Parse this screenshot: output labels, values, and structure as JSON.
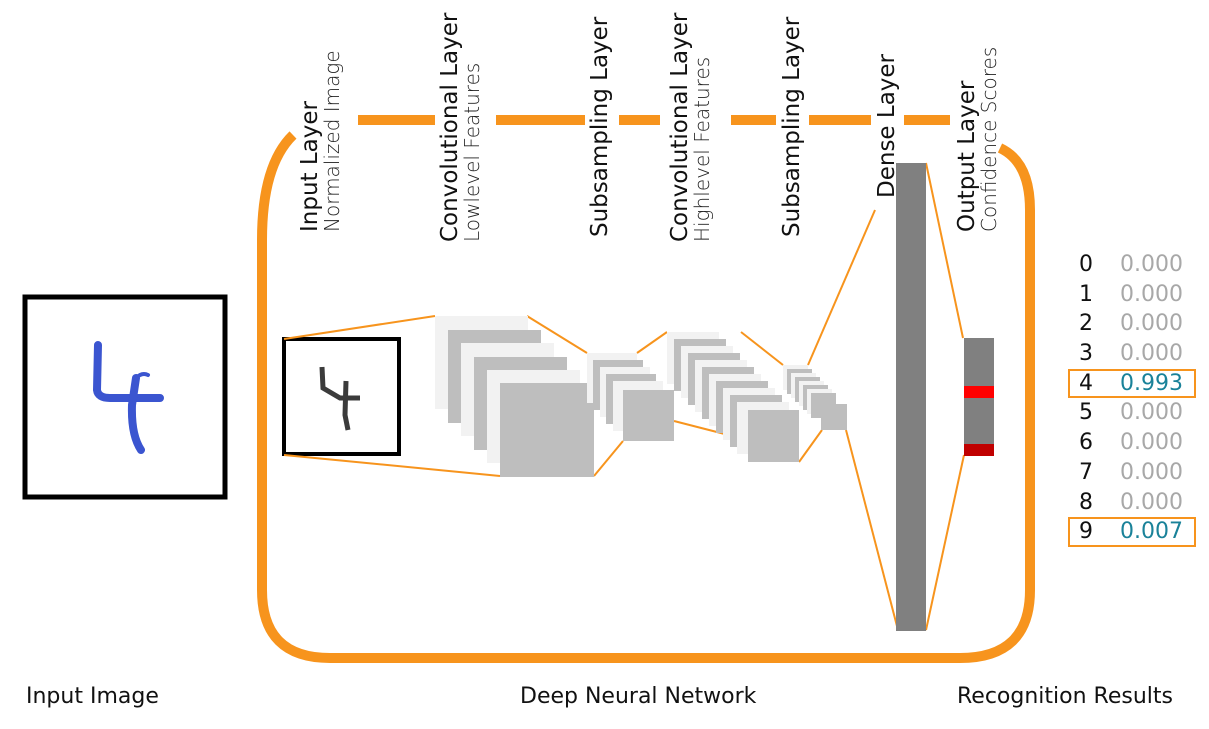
{
  "diagram": {
    "accent_color": "#f7941d",
    "layers": [
      {
        "name": "Input Layer",
        "subtitle": "Normalized Image"
      },
      {
        "name": "Convolutional Layer",
        "subtitle": "Lowlevel Features"
      },
      {
        "name": "Subsampling Layer",
        "subtitle": ""
      },
      {
        "name": "Convolutional Layer",
        "subtitle": "Highlevel Features"
      },
      {
        "name": "Subsampling Layer",
        "subtitle": ""
      },
      {
        "name": "Dense Layer",
        "subtitle": ""
      },
      {
        "name": "Output Layer",
        "subtitle": "Confidence Scores"
      }
    ],
    "input_digit": "4",
    "sections": {
      "input": "Input Image",
      "network": "Deep Neural Network",
      "results": "Recognition Results"
    },
    "results": [
      {
        "digit": "0",
        "score": "0.000",
        "highlight": false
      },
      {
        "digit": "1",
        "score": "0.000",
        "highlight": false
      },
      {
        "digit": "2",
        "score": "0.000",
        "highlight": false
      },
      {
        "digit": "3",
        "score": "0.000",
        "highlight": false
      },
      {
        "digit": "4",
        "score": "0.993",
        "highlight": true
      },
      {
        "digit": "5",
        "score": "0.000",
        "highlight": false
      },
      {
        "digit": "6",
        "score": "0.000",
        "highlight": false
      },
      {
        "digit": "7",
        "score": "0.000",
        "highlight": false
      },
      {
        "digit": "8",
        "score": "0.000",
        "highlight": false
      },
      {
        "digit": "9",
        "score": "0.007",
        "highlight": true
      }
    ],
    "colors": {
      "highlight_score": "#1a8299",
      "normal_score": "#a8a8a8",
      "output_active": "#ff0000",
      "output_secondary": "#c00000",
      "layer_gray": "#808080"
    }
  }
}
